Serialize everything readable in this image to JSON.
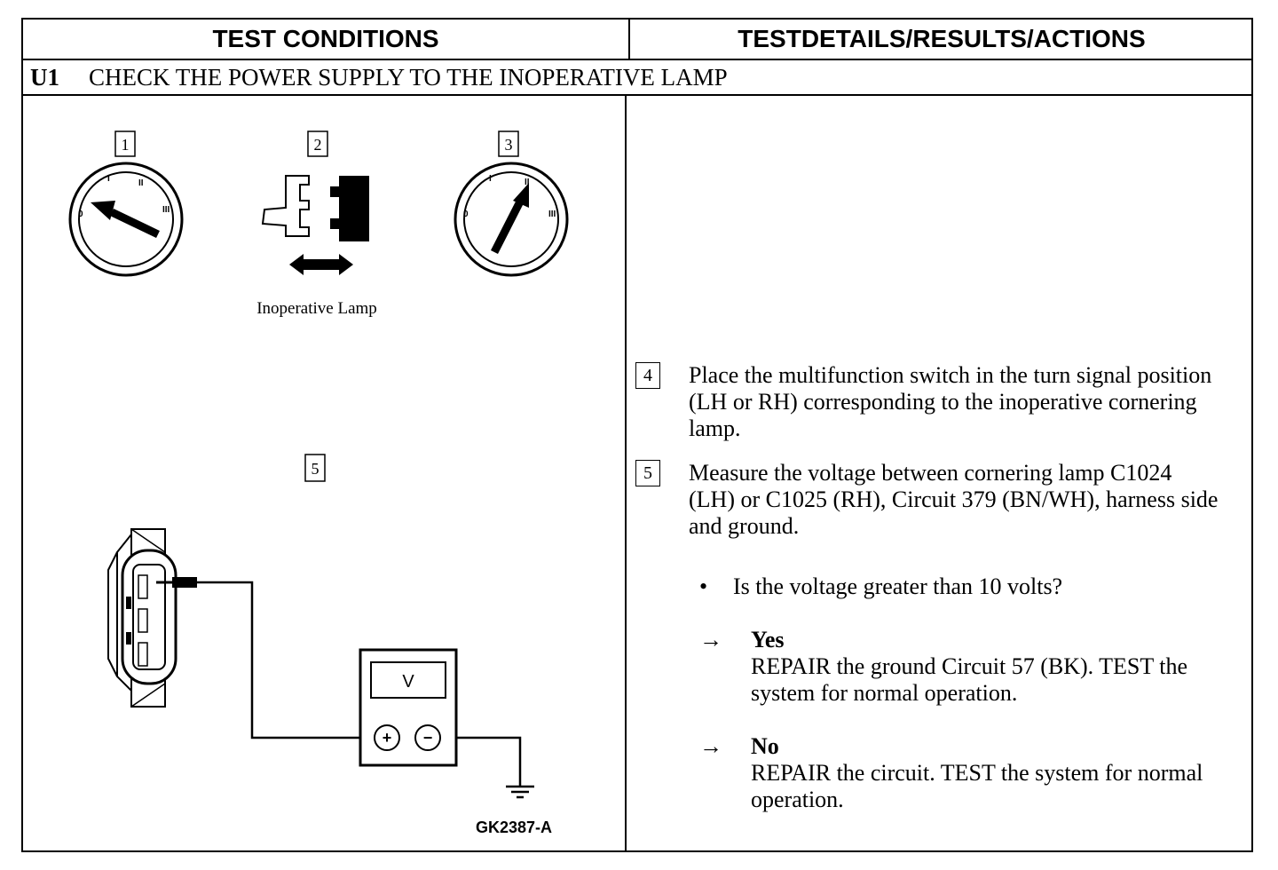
{
  "header": {
    "left": "TEST CONDITIONS",
    "right": "TESTDETAILS/RESULTS/ACTIONS"
  },
  "step": {
    "id": "U1",
    "title": "CHECK THE POWER SUPPLY TO THE INOPERATIVE LAMP"
  },
  "diagram": {
    "callouts": [
      "1",
      "2",
      "3",
      "5"
    ],
    "lamp_label": "Inoperative Lamp",
    "meter_label": "V",
    "plus_symbol": "+",
    "minus_symbol": "−",
    "switch_marks": [
      "0",
      "I",
      "II",
      "III"
    ],
    "figure_id": "GK2387-A"
  },
  "details": {
    "instructions": [
      {
        "num": "4",
        "text": "Place the multifunction switch in the turn signal position (LH or RH) corresponding to the inoperative cornering lamp."
      },
      {
        "num": "5",
        "text": "Measure the voltage between cornering lamp C1024 (LH) or C1025 (RH), Circuit 379 (BN/WH), harness side and ground."
      }
    ],
    "question_bullet": "•",
    "question": "Is the voltage greater than 10 volts?",
    "results": [
      {
        "arrow": "→",
        "label": "Yes",
        "text": "REPAIR the ground Circuit 57 (BK). TEST the system for normal operation."
      },
      {
        "arrow": "→",
        "label": "No",
        "text": "REPAIR the circuit. TEST the system for normal operation."
      }
    ]
  }
}
